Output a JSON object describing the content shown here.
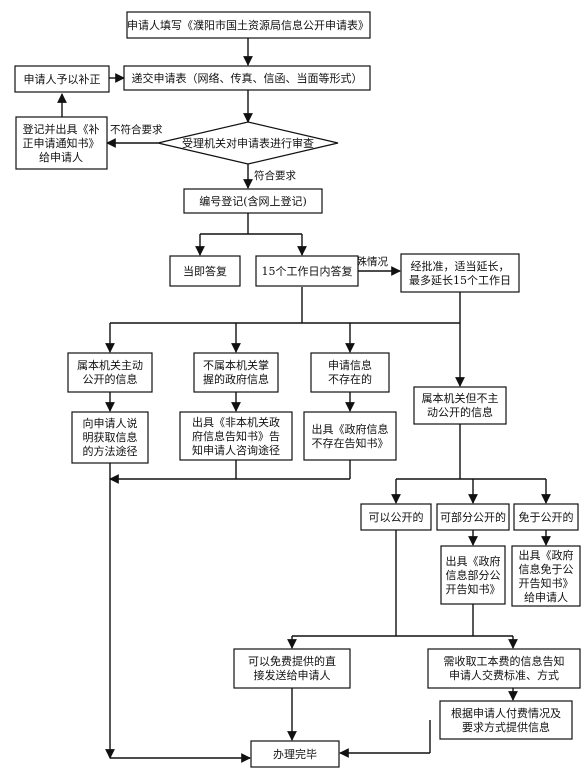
{
  "nodes": {
    "start": [
      "申请人填写《濮阳市国土资源局信息公开申请表》"
    ],
    "resubmit": [
      "申请人予以补正"
    ],
    "submit": [
      "递交申请表（网络、传真、信函、当面等形式）"
    ],
    "notice_correction": [
      "登记并出具《补",
      "正申请通知书》",
      "给申请人"
    ],
    "review": [
      "受理机关对申请表进行审查"
    ],
    "register": [
      "编号登记(含网上登记)"
    ],
    "immediate": [
      "当即答复"
    ],
    "fifteen_days": [
      "15个工作日内答复"
    ],
    "extension": [
      "经批准，适当延长，",
      "最多延长15个工作日"
    ],
    "cat_active": [
      "属本机关主动",
      "公开的信息"
    ],
    "cat_other_org": [
      "不属本机关掌",
      "握的政府信息"
    ],
    "cat_not_exist": [
      "申请信息",
      "不存在的"
    ],
    "cat_non_active": [
      "属本机关但不主",
      "动公开的信息"
    ],
    "act_inform_method": [
      "向申请人说",
      "明获取信息",
      "的方法途径"
    ],
    "act_other_org": [
      "出具《非本机关政",
      "府信息告知书》告",
      "知申请人咨询途径"
    ],
    "act_not_exist": [
      "出具《政府信息",
      "不存在告知书》"
    ],
    "can_disclose": [
      "可以公开的"
    ],
    "partial_disclose": [
      "可部分公开的"
    ],
    "exempt_disclose": [
      "免于公开的"
    ],
    "act_partial": [
      "出具《政府",
      "信息部分公",
      "开告知书》"
    ],
    "act_exempt": [
      "出具《政府",
      "信息免于公",
      "开告知书》",
      "给申请人"
    ],
    "free_send": [
      "可以免费提供的直",
      "接发送给申请人"
    ],
    "fee_notice": [
      "需收取工本费的信息告知",
      "申请人交费标准、方式"
    ],
    "provide_per_payment": [
      "根据申请人付费情况及",
      "要求方式提供信息"
    ],
    "done": [
      "办理完毕"
    ]
  },
  "edge_labels": {
    "non_compliant": "不符合要求",
    "compliant": "符合要求",
    "special_case": "特殊情况"
  }
}
